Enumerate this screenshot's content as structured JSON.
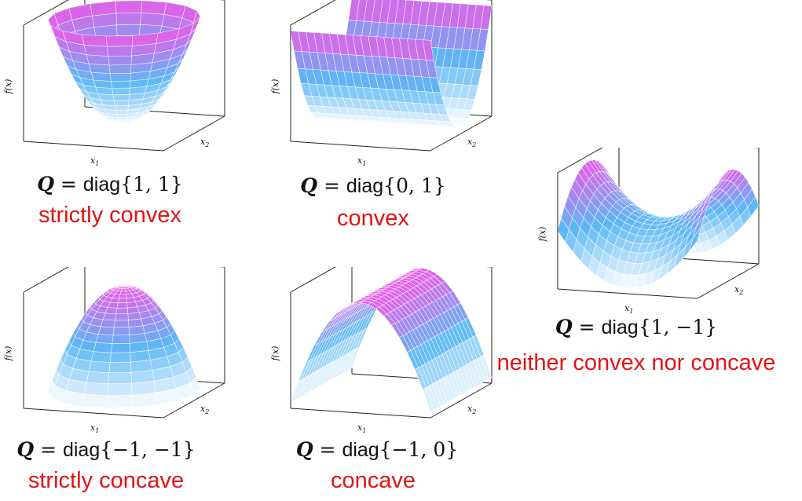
{
  "axis_labels": {
    "f": "f(x)",
    "x1": "x",
    "x1_sub": "1",
    "x2": "x",
    "x2_sub": "2"
  },
  "colors": {
    "classification": "#e11414",
    "surface_low": "#ffffff",
    "surface_mid": "#5cb8f5",
    "surface_high": "#e85ce8"
  },
  "panels": [
    {
      "id": "p1",
      "surface": "bowl",
      "Q_symbol": "Q",
      "equals": " = ",
      "diag": "diag",
      "entries": "{1, 1}",
      "classification": "strictly convex"
    },
    {
      "id": "p2",
      "surface": "trough",
      "Q_symbol": "Q",
      "equals": " = ",
      "diag": "diag",
      "entries": "{0, 1}",
      "classification": "convex"
    },
    {
      "id": "p3",
      "surface": "saddle",
      "Q_symbol": "Q",
      "equals": " = ",
      "diag": "diag",
      "entries": "{1, −1}",
      "classification": "neither convex nor concave"
    },
    {
      "id": "p4",
      "surface": "dome",
      "Q_symbol": "Q",
      "equals": " = ",
      "diag": "diag",
      "entries": "{−1, −1}",
      "classification": "strictly concave"
    },
    {
      "id": "p5",
      "surface": "ridge",
      "Q_symbol": "Q",
      "equals": " = ",
      "diag": "diag",
      "entries": "{−1, 0}",
      "classification": "concave"
    }
  ]
}
